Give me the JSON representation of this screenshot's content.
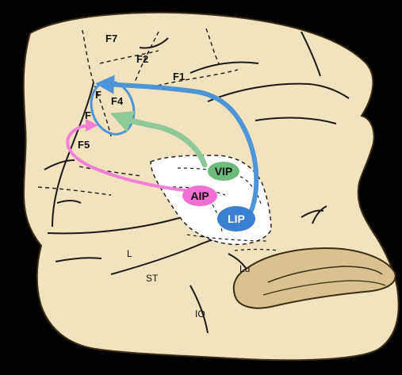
{
  "colors": {
    "background": "#000000",
    "cortex": "#F2E2BD",
    "sulcus": "#1A1A1A",
    "cerebellum": "#D9C28E",
    "blue_pathway": "#4E95D8",
    "green_pathway": "#8FC997",
    "pink_pathway": "#F47FD8",
    "aip_fill": "#F06FD0",
    "vip_fill": "#6DBB7A",
    "lip_fill": "#3A7FD0"
  },
  "frontal_areas": {
    "f7": "F7",
    "f2": "F2",
    "f1": "F1",
    "f4": "F4",
    "f5": "F5",
    "f_upper": "F",
    "f_lower": "F"
  },
  "parietal_areas": {
    "vip": "VIP",
    "aip": "AIP",
    "lip": "LIP"
  },
  "sulci": {
    "l": "L",
    "st": "ST",
    "io": "IO",
    "lu": "Lu"
  }
}
